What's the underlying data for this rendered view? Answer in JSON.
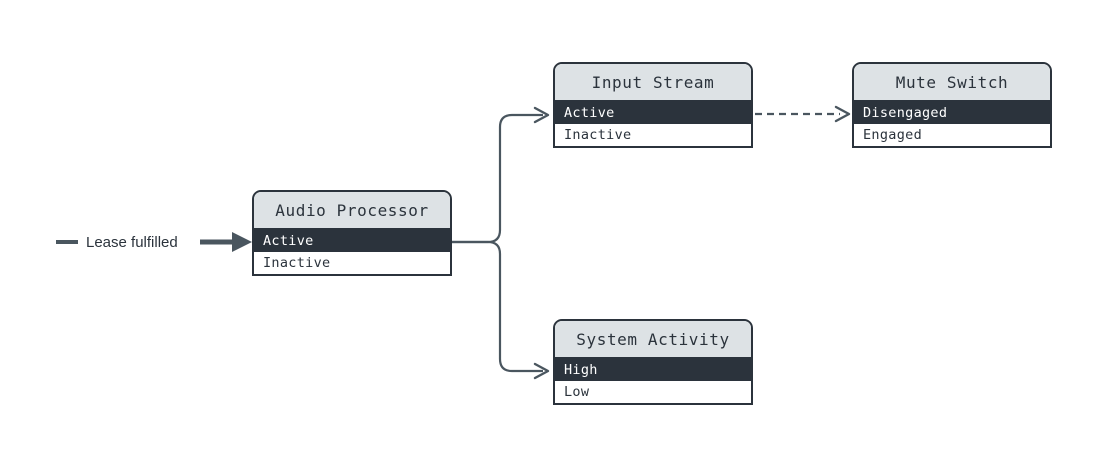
{
  "diagram": {
    "title_semantic": "state-machine-flow",
    "background_color": "#ffffff",
    "accent_dark": "#2b333c",
    "header_fill": "#dde2e5",
    "line_color": "#4a565f",
    "entry": {
      "label": "Lease fulfilled",
      "dash_marker": "entry-dash",
      "arrow_marker": "solid-arrow"
    },
    "nodes": [
      {
        "id": "audio-processor",
        "title": "Audio Processor",
        "rows": [
          {
            "label": "Active",
            "selected": true
          },
          {
            "label": "Inactive",
            "selected": false
          }
        ]
      },
      {
        "id": "input-stream",
        "title": "Input Stream",
        "rows": [
          {
            "label": "Active",
            "selected": true
          },
          {
            "label": "Inactive",
            "selected": false
          }
        ]
      },
      {
        "id": "mute-switch",
        "title": "Mute Switch",
        "rows": [
          {
            "label": "Disengaged",
            "selected": true
          },
          {
            "label": "Engaged",
            "selected": false
          }
        ]
      },
      {
        "id": "system-activity",
        "title": "System Activity",
        "rows": [
          {
            "label": "High",
            "selected": true
          },
          {
            "label": "Low",
            "selected": false
          }
        ]
      }
    ],
    "connectors": [
      {
        "id": "audio-to-input",
        "style": "solid",
        "from": "audio-processor",
        "to": "input-stream"
      },
      {
        "id": "audio-to-system",
        "style": "solid",
        "from": "audio-processor",
        "to": "system-activity"
      },
      {
        "id": "input-to-mute",
        "style": "dashed",
        "from": "input-stream",
        "to": "mute-switch"
      }
    ]
  }
}
